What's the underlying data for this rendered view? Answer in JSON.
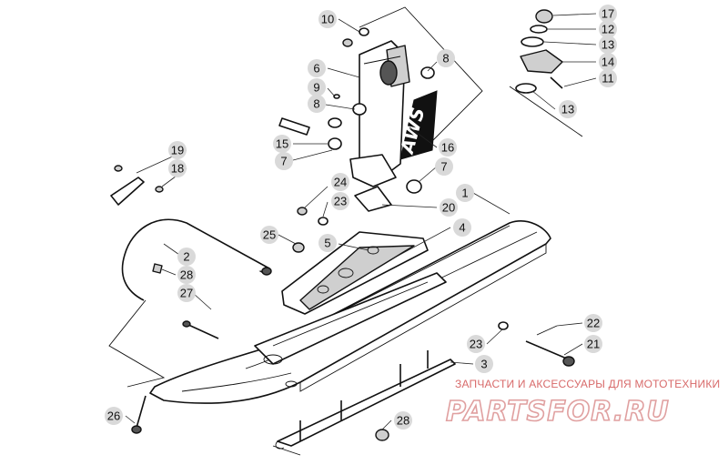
{
  "callouts": [
    {
      "id": "c10",
      "text": "10"
    },
    {
      "id": "c17",
      "text": "17"
    },
    {
      "id": "c12",
      "text": "12"
    },
    {
      "id": "c13a",
      "text": "13"
    },
    {
      "id": "c14",
      "text": "14"
    },
    {
      "id": "c11",
      "text": "11"
    },
    {
      "id": "c13b",
      "text": "13"
    },
    {
      "id": "c6",
      "text": "6"
    },
    {
      "id": "c8a",
      "text": "8"
    },
    {
      "id": "c9",
      "text": "9"
    },
    {
      "id": "c8b",
      "text": "8"
    },
    {
      "id": "c15",
      "text": "15"
    },
    {
      "id": "c7a",
      "text": "7"
    },
    {
      "id": "c16",
      "text": "16"
    },
    {
      "id": "c7b",
      "text": "7"
    },
    {
      "id": "c19",
      "text": "19"
    },
    {
      "id": "c18",
      "text": "18"
    },
    {
      "id": "c24",
      "text": "24"
    },
    {
      "id": "c23a",
      "text": "23"
    },
    {
      "id": "c20",
      "text": "20"
    },
    {
      "id": "c1",
      "text": "1"
    },
    {
      "id": "c25",
      "text": "25"
    },
    {
      "id": "c5",
      "text": "5"
    },
    {
      "id": "c4",
      "text": "4"
    },
    {
      "id": "c2",
      "text": "2"
    },
    {
      "id": "c28a",
      "text": "28"
    },
    {
      "id": "c27",
      "text": "27"
    },
    {
      "id": "c22",
      "text": "22"
    },
    {
      "id": "c23b",
      "text": "23"
    },
    {
      "id": "c21",
      "text": "21"
    },
    {
      "id": "c3",
      "text": "3"
    },
    {
      "id": "c26",
      "text": "26"
    },
    {
      "id": "c28b",
      "text": "28"
    }
  ],
  "decal": {
    "text": "AWS"
  },
  "watermark": {
    "line1": "ЗАПЧАСТИ И АКСЕССУАРЫ ДЛЯ МОТОТЕХНИКИ",
    "line2": "PARTSFOR.RU"
  }
}
